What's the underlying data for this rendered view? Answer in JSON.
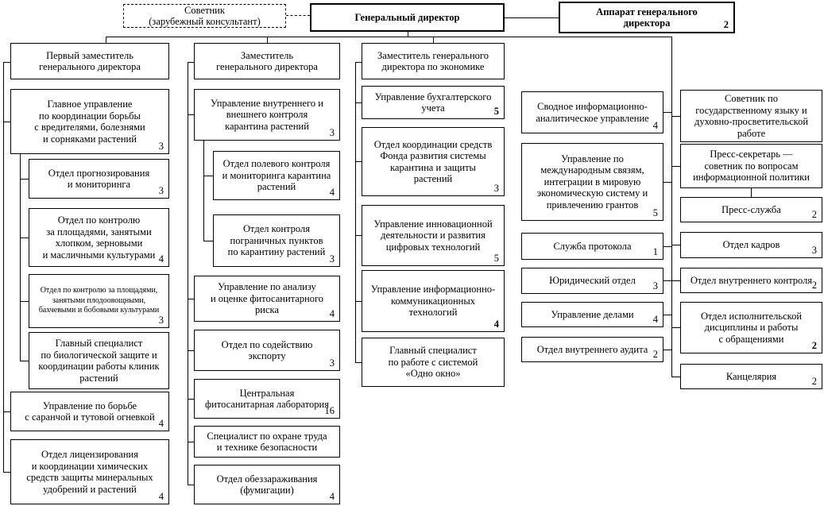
{
  "title": "Организационная структура — схема управления",
  "colors": {
    "line": "#000000",
    "background": "#ffffff",
    "text": "#000000"
  },
  "top": {
    "advisor": {
      "label": "Советник\n(зарубежный консультант)"
    },
    "director": {
      "label": "Генеральный директор"
    },
    "apparatus": {
      "label": "Аппарат генерального\nдиректора",
      "count": "2"
    }
  },
  "c1": {
    "head": {
      "label": "Первый заместитель\nгенерального директора"
    },
    "b1": {
      "label": "Главное управление\nпо координации борьбы\nс вредителями, болезнями\nи сорняками растений",
      "count": "3"
    },
    "s1": {
      "label": "Отдел прогнозирования\nи мониторинга",
      "count": "3"
    },
    "s2": {
      "label": "Отдел по контролю\nза площадями, занятыми\nхлопком, зерновыми\nи масличными культурами",
      "count": "4"
    },
    "s3": {
      "label": "Отдел по контролю за площадями,\nзанятыми плодоовощными,\nбахчевыми и бобовыми культурами",
      "count": "3"
    },
    "s4": {
      "label": "Главный специалист\nпо биологической защите и\nкоординации работы клиник\nрастений"
    },
    "b2": {
      "label": "Управление по борьбе\nс саранчой и тутовой огневкой",
      "count": "4"
    },
    "b3": {
      "label": "Отдел лицензирования\nи координации химических\nсредств защиты минеральных\nудобрений и растений",
      "count": "4"
    }
  },
  "c2": {
    "head": {
      "label": "Заместитель\nгенерального директора"
    },
    "b1": {
      "label": "Управление внутреннего и\nвнешнего контроля\nкарантина растений",
      "count": "3"
    },
    "s1": {
      "label": "Отдел полевого контроля\nи мониторинга карантина\nрастений",
      "count": "4"
    },
    "s2": {
      "label": "Отдел контроля\nпограничных пунктов\nпо карантину растений",
      "count": "3"
    },
    "b2": {
      "label": "Управление по анализу\nи оценке фитосанитарного\nриска",
      "count": "4"
    },
    "b3": {
      "label": "Отдел по содействию\nэкспорту",
      "count": "3"
    },
    "b4": {
      "label": "Центральная\nфитосанитарная лаборатория",
      "count": "16"
    },
    "b5": {
      "label": "Специалист по охране труда\nи технике безопасности"
    },
    "b6": {
      "label": "Отдел обеззараживания\n(фумигации)",
      "count": "4"
    }
  },
  "c3": {
    "head": {
      "label": "Заместитель генерального\nдиректора по экономике"
    },
    "b1": {
      "label": "Управление бухгалтерского\nучета",
      "count": "5"
    },
    "b2": {
      "label": "Отдел координации средств\nФонда развития системы\nкарантина и защиты\nрастений",
      "count": "3"
    },
    "b3": {
      "label": "Управление инновационной\nдеятельности и развития\nцифровых технологий",
      "count": "5"
    },
    "b4": {
      "label": "Управление информационно-\nкоммуникационных\nтехнологий",
      "count": "4"
    },
    "b5": {
      "label": "Главный специалист\nпо работе с системой\n«Одно окно»"
    }
  },
  "c4": {
    "b1": {
      "label": "Сводное информационно-\nаналитическое управление",
      "count": "4"
    },
    "b2": {
      "label": "Управление по\nмеждународным связям,\nинтеграции в мировую\nэкономическую систему и\nпривлечению грантов",
      "count": "5"
    },
    "b3": {
      "label": "Служба протокола",
      "count": "1"
    },
    "b4": {
      "label": "Юридический отдел",
      "count": "3"
    },
    "b5": {
      "label": "Управление делами",
      "count": "4"
    },
    "b6": {
      "label": "Отдел внутреннего аудита",
      "count": "2"
    }
  },
  "c5": {
    "b1": {
      "label": "Советник по\nгосударственному языку и\nдуховно-просветительской\nработе"
    },
    "b2": {
      "label": "Пресс-секретарь —\nсоветник по вопросам\nинформационной политики"
    },
    "b3": {
      "label": "Пресс-служба",
      "count": "2"
    },
    "b4": {
      "label": "Отдел кадров",
      "count": "3"
    },
    "b5": {
      "label": "Отдел внутреннего контроля",
      "count": "2"
    },
    "b6": {
      "label": "Отдел исполнительской\nдисциплины и работы\nс обращениями",
      "count": "2"
    },
    "b7": {
      "label": "Канцелярия",
      "count": "2"
    }
  }
}
